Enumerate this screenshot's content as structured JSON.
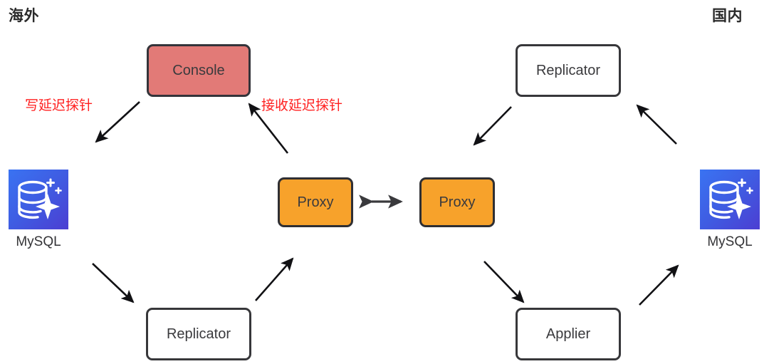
{
  "diagram": {
    "regions": {
      "left_label": "海外",
      "right_label": "国内"
    },
    "nodes": {
      "console": "Console",
      "replicator_right_top": "Replicator",
      "proxy_left": "Proxy",
      "proxy_right": "Proxy",
      "replicator_left_bottom": "Replicator",
      "applier": "Applier",
      "mysql_left": "MySQL",
      "mysql_right": "MySQL"
    },
    "annotations": {
      "write_probe": "写延迟探针",
      "receive_probe": "接收延迟探针"
    },
    "colors": {
      "console_fill": "#e27a77",
      "proxy_fill": "#f7a22b",
      "box_border": "#37373a",
      "annotation_text": "#ff2020",
      "db_icon_gradient_start": "#3a6ff0",
      "db_icon_gradient_end": "#4b3fd4",
      "background": "#ffffff"
    },
    "icons": {
      "database_sparkle": "database-sparkle-icon",
      "bidirectional_arrow": "bidirectional-arrow-icon"
    }
  }
}
